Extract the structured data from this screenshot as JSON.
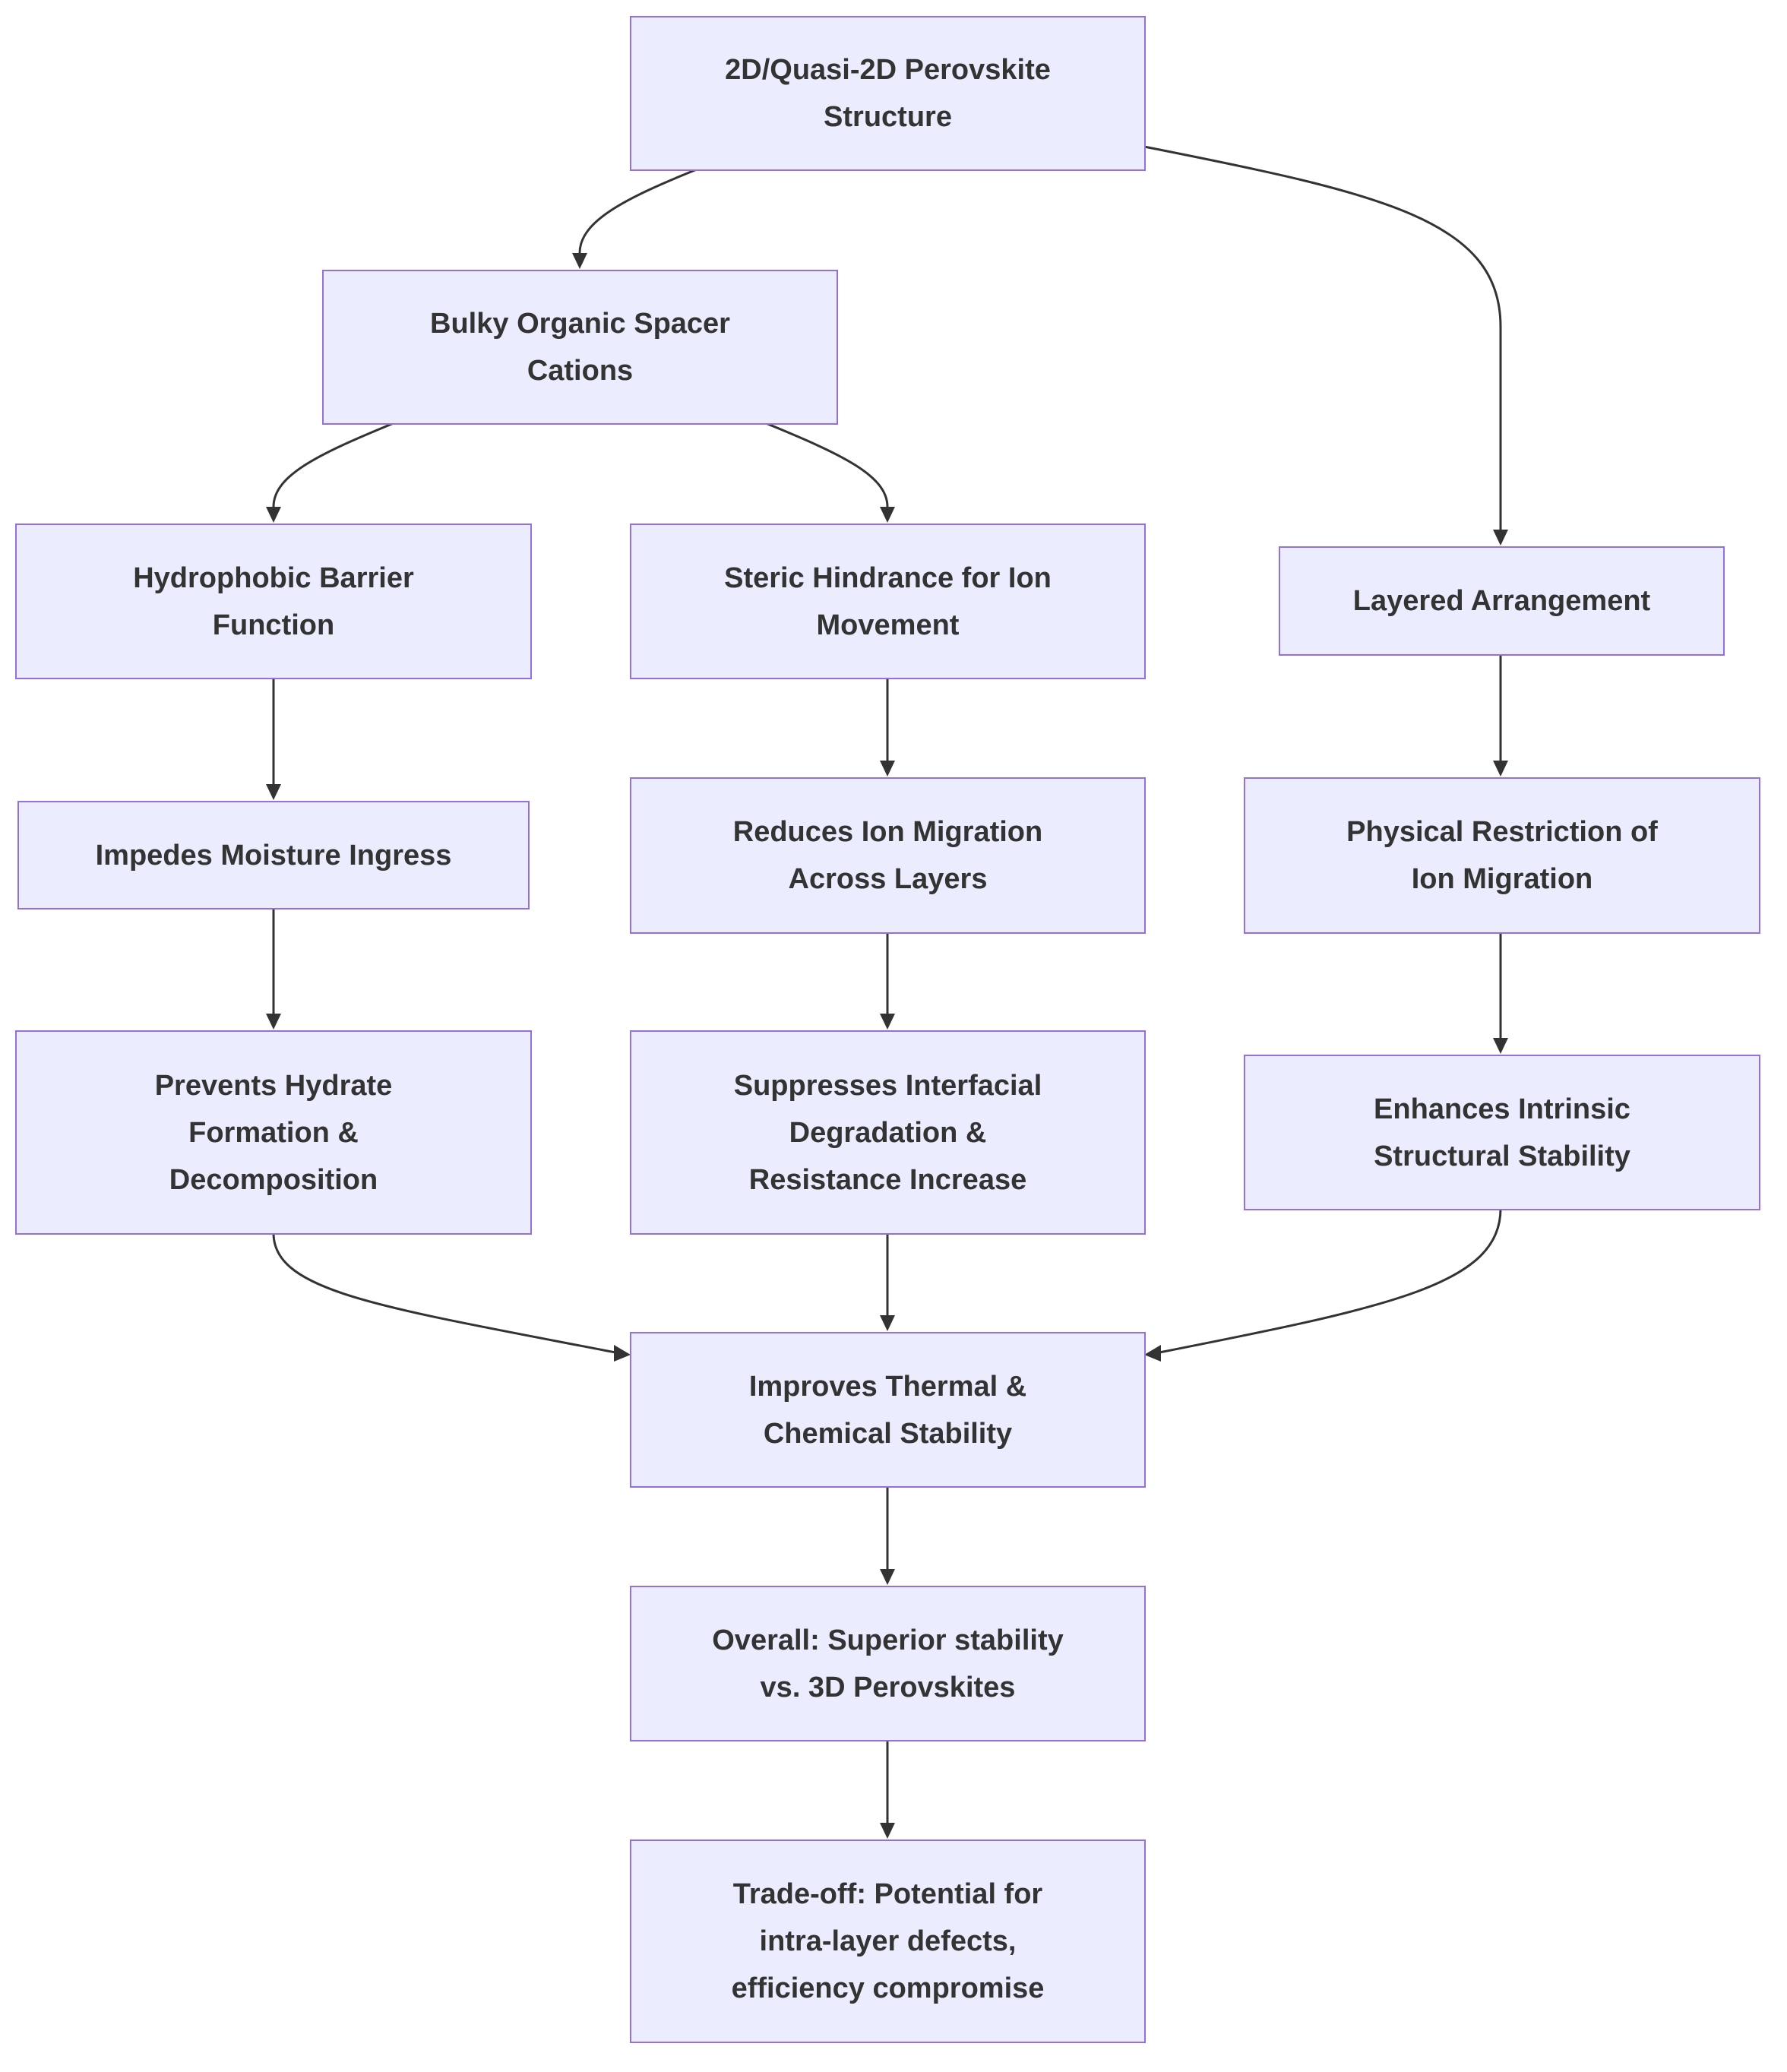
{
  "diagram": {
    "nodes": {
      "root": {
        "label": "2D/Quasi-2D Perovskite\nStructure"
      },
      "spacer": {
        "label": "Bulky Organic Spacer\nCations"
      },
      "hydrophobic": {
        "label": "Hydrophobic Barrier\nFunction"
      },
      "steric": {
        "label": "Steric Hindrance for Ion\nMovement"
      },
      "layered": {
        "label": "Layered Arrangement"
      },
      "moisture": {
        "label": "Impedes Moisture Ingress"
      },
      "reduces": {
        "label": "Reduces Ion Migration\nAcross Layers"
      },
      "physical": {
        "label": "Physical Restriction of\nIon Migration"
      },
      "hydrate": {
        "label": "Prevents Hydrate\nFormation &\nDecomposition"
      },
      "interfacial": {
        "label": "Suppresses Interfacial\nDegradation &\nResistance Increase"
      },
      "intrinsic": {
        "label": "Enhances Intrinsic\nStructural Stability"
      },
      "thermal": {
        "label": "Improves Thermal &\nChemical Stability"
      },
      "overall": {
        "label": "Overall: Superior stability\nvs. 3D Perovskites"
      },
      "tradeoff": {
        "label": "Trade-off: Potential for\nintra-layer defects,\nefficiency compromise"
      }
    },
    "edges": [
      {
        "from": "root",
        "to": "spacer"
      },
      {
        "from": "root",
        "to": "layered"
      },
      {
        "from": "spacer",
        "to": "hydrophobic"
      },
      {
        "from": "spacer",
        "to": "steric"
      },
      {
        "from": "hydrophobic",
        "to": "moisture"
      },
      {
        "from": "moisture",
        "to": "hydrate"
      },
      {
        "from": "steric",
        "to": "reduces"
      },
      {
        "from": "reduces",
        "to": "interfacial"
      },
      {
        "from": "layered",
        "to": "physical"
      },
      {
        "from": "physical",
        "to": "intrinsic"
      },
      {
        "from": "hydrate",
        "to": "thermal"
      },
      {
        "from": "interfacial",
        "to": "thermal"
      },
      {
        "from": "intrinsic",
        "to": "thermal"
      },
      {
        "from": "thermal",
        "to": "overall"
      },
      {
        "from": "overall",
        "to": "tradeoff"
      }
    ]
  }
}
